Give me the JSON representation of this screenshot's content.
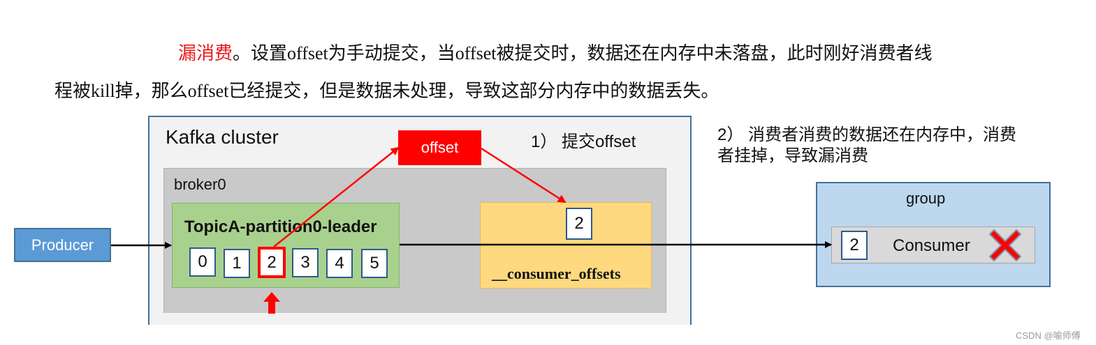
{
  "paragraph": {
    "highlight": "漏消费",
    "line1_rest": "。设置offset为手动提交，当offset被提交时，数据还在内存中未落盘，此时刚好消费者线",
    "line2": "程被kill掉，那么offset已经提交，但是数据未处理，导致这部分内存中的数据丢失。"
  },
  "diagram": {
    "cluster_label": "Kafka cluster",
    "broker_label": "broker0",
    "partition_label": "TopicA-partition0-leader",
    "partition_cells": [
      "0",
      "1",
      "2",
      "3",
      "4",
      "5"
    ],
    "highlighted_cell": "2",
    "producer_label": "Producer",
    "offset_label": "offset",
    "step1_label": "1） 提交offset",
    "consumer_offsets_value": "2",
    "consumer_offsets_label": "__consumer_offsets",
    "step2_line1": "2） 消费者消费的数据还在内存中，消费",
    "step2_line2": "者挂掉，导致漏消费",
    "group_label": "group",
    "consumer_cell": "2",
    "consumer_label": "Consumer",
    "colors": {
      "red": "#ff0000",
      "blue_box": "#5b9bd5",
      "green": "#a9d18e",
      "yellow": "#ffd97f",
      "group": "#bdd7ee"
    }
  },
  "watermark": "CSDN @喻师傅"
}
